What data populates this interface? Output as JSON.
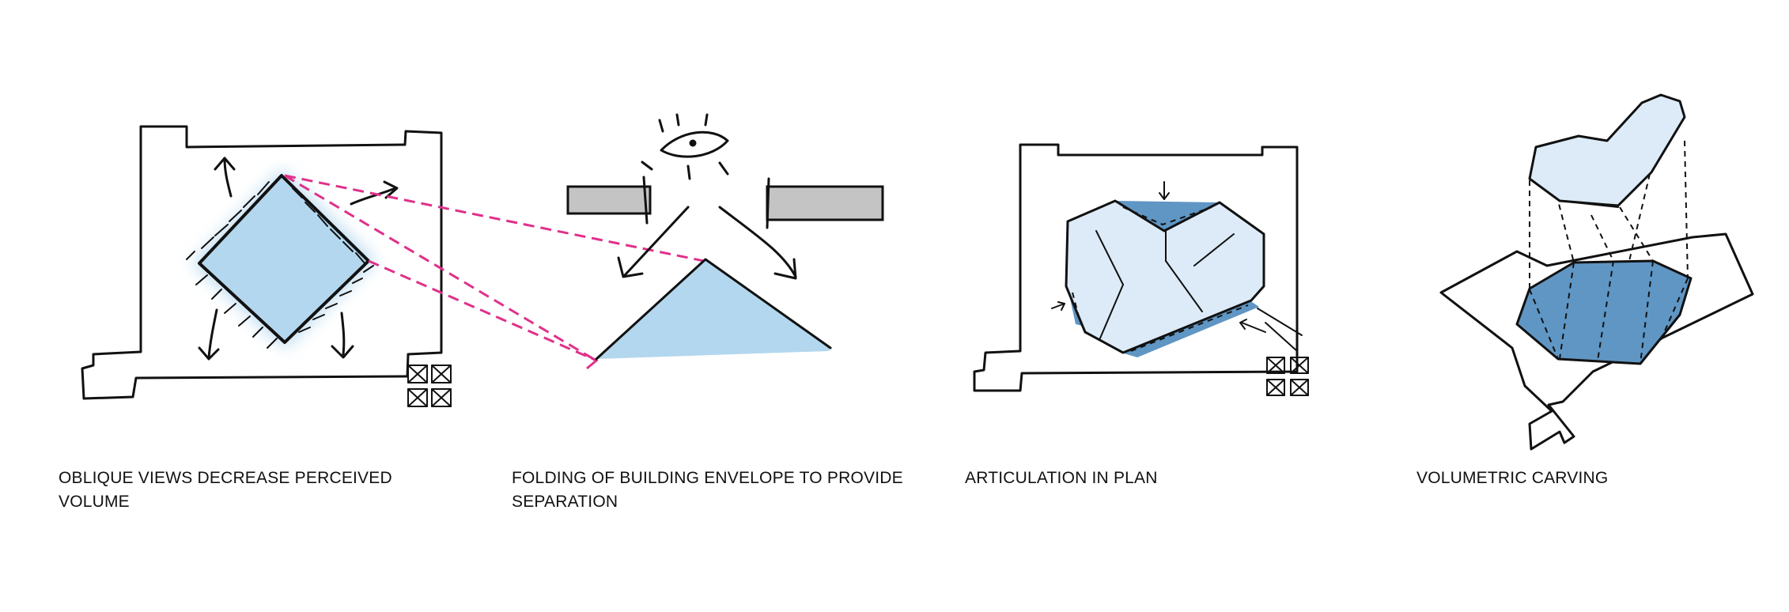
{
  "captions": {
    "oblique": "OBLIQUE VIEWS DECREASE PERCEIVED VOLUME",
    "folding": "FOLDING OF BUILDING ENVELOPE TO PROVIDE SEPARATION",
    "articulation": "ARTICULATION IN PLAN",
    "carving": "VOLUMETRIC CARVING"
  },
  "colors": {
    "light_blue": "#b3d7ee",
    "pale_blue": "#dcebf7",
    "mid_blue": "#5f96c4",
    "magenta_dash": "#e0308a",
    "wall_grey": "#c4c4c4",
    "ink": "#111111"
  }
}
